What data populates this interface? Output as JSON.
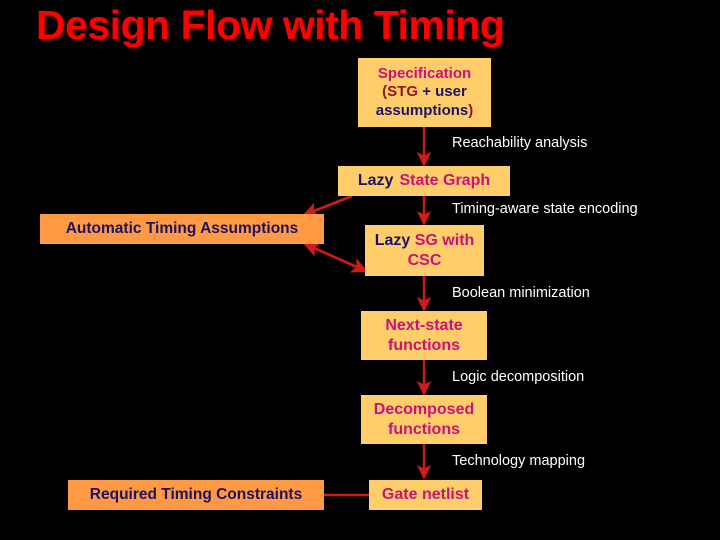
{
  "slide": {
    "title": "Design Flow with Timing",
    "background_color": "#000000",
    "title_color": "#FF0000"
  },
  "palette": {
    "box_pale": "#FFCE6B",
    "box_bright": "#FF9944",
    "arrow": "#D11A1A",
    "text_magenta": "#CC1177",
    "text_navy": "#1B1464",
    "text_darkred": "#8B1A1A",
    "caption": "#FFFFFF"
  },
  "boxes": {
    "specification": {
      "line1": "Specification",
      "line2_a": "(STG",
      "line2_b": "+ user",
      "line3_a": "assumptions",
      "line3_b": ")"
    },
    "lazy_state_graph": {
      "part_a": "Lazy",
      "part_b": "State Graph"
    },
    "automatic_timing_assumptions": {
      "label": "Automatic Timing Assumptions"
    },
    "lazy_sg_csc": {
      "part_a": "Lazy",
      "part_b": "SG with",
      "line2": "CSC"
    },
    "next_state_functions": {
      "line1": "Next-state",
      "line2": "functions"
    },
    "decomposed_functions": {
      "line1": "Decomposed",
      "line2": "functions"
    },
    "required_timing_constraints": {
      "label": "Required Timing Constraints"
    },
    "gate_netlist": {
      "label": "Gate netlist"
    }
  },
  "captions": {
    "reachability": "Reachability analysis",
    "timing_aware": "Timing-aware state encoding",
    "boolean_min": "Boolean minimization",
    "logic_decomp": "Logic decomposition",
    "tech_mapping": "Technology mapping"
  }
}
